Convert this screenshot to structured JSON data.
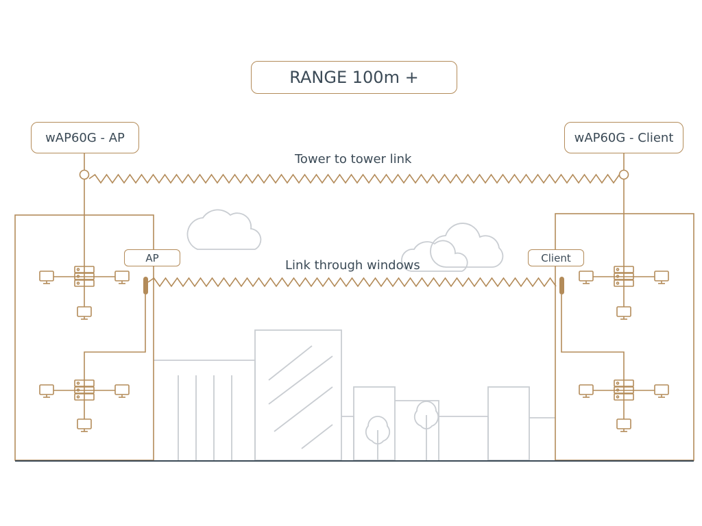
{
  "title": "RANGE 100m +",
  "labels": {
    "ap_device": "wAP60G - AP",
    "client_device": "wAP60G - Client",
    "tower_link": "Tower to tower link",
    "window_link": "Link through windows",
    "ap_tag": "AP",
    "client_tag": "Client"
  },
  "colors": {
    "accent": "#b38b59",
    "text": "#3b4a56",
    "scenery": "#c9cdd2",
    "ground": "#3b4a56"
  }
}
